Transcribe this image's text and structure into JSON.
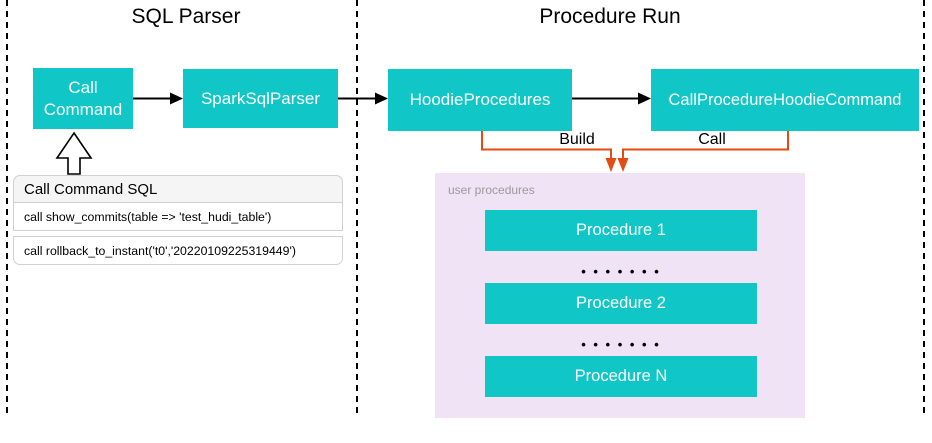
{
  "sections": {
    "sql_parser": {
      "title": "SQL Parser"
    },
    "procedure_run": {
      "title": "Procedure Run"
    }
  },
  "nodes": {
    "call_command": {
      "label": "Call\nCommand"
    },
    "spark_sql_parser": {
      "label": "SparkSqlParser"
    },
    "hoodie_procedures": {
      "label": "HoodieProcedures"
    },
    "call_procedure_hoodie_command": {
      "label": "CallProcedureHoodieCommand"
    }
  },
  "connectors": {
    "build_label": "Build",
    "call_label": "Call"
  },
  "sql_panel": {
    "title": "Call Command SQL",
    "rows": [
      "call show_commits(table => 'test_hudi_table')",
      "call rollback_to_instant('t0','20220109225319449')"
    ]
  },
  "user_procedures": {
    "label": "user procedures",
    "items": [
      "Procedure 1",
      "Procedure 2",
      "Procedure N"
    ],
    "ellipsis": "• • • • • • •"
  },
  "colors": {
    "node_fill": "#10c6c6",
    "node_text": "#ffffff",
    "user_procedures_bg": "#f0e3f5",
    "connector_orange": "#e34b12",
    "arrow_black": "#000000",
    "panel_header_bg": "#f5f5f5",
    "panel_border": "#d0d0d0",
    "muted_text": "#9a9a9a"
  }
}
